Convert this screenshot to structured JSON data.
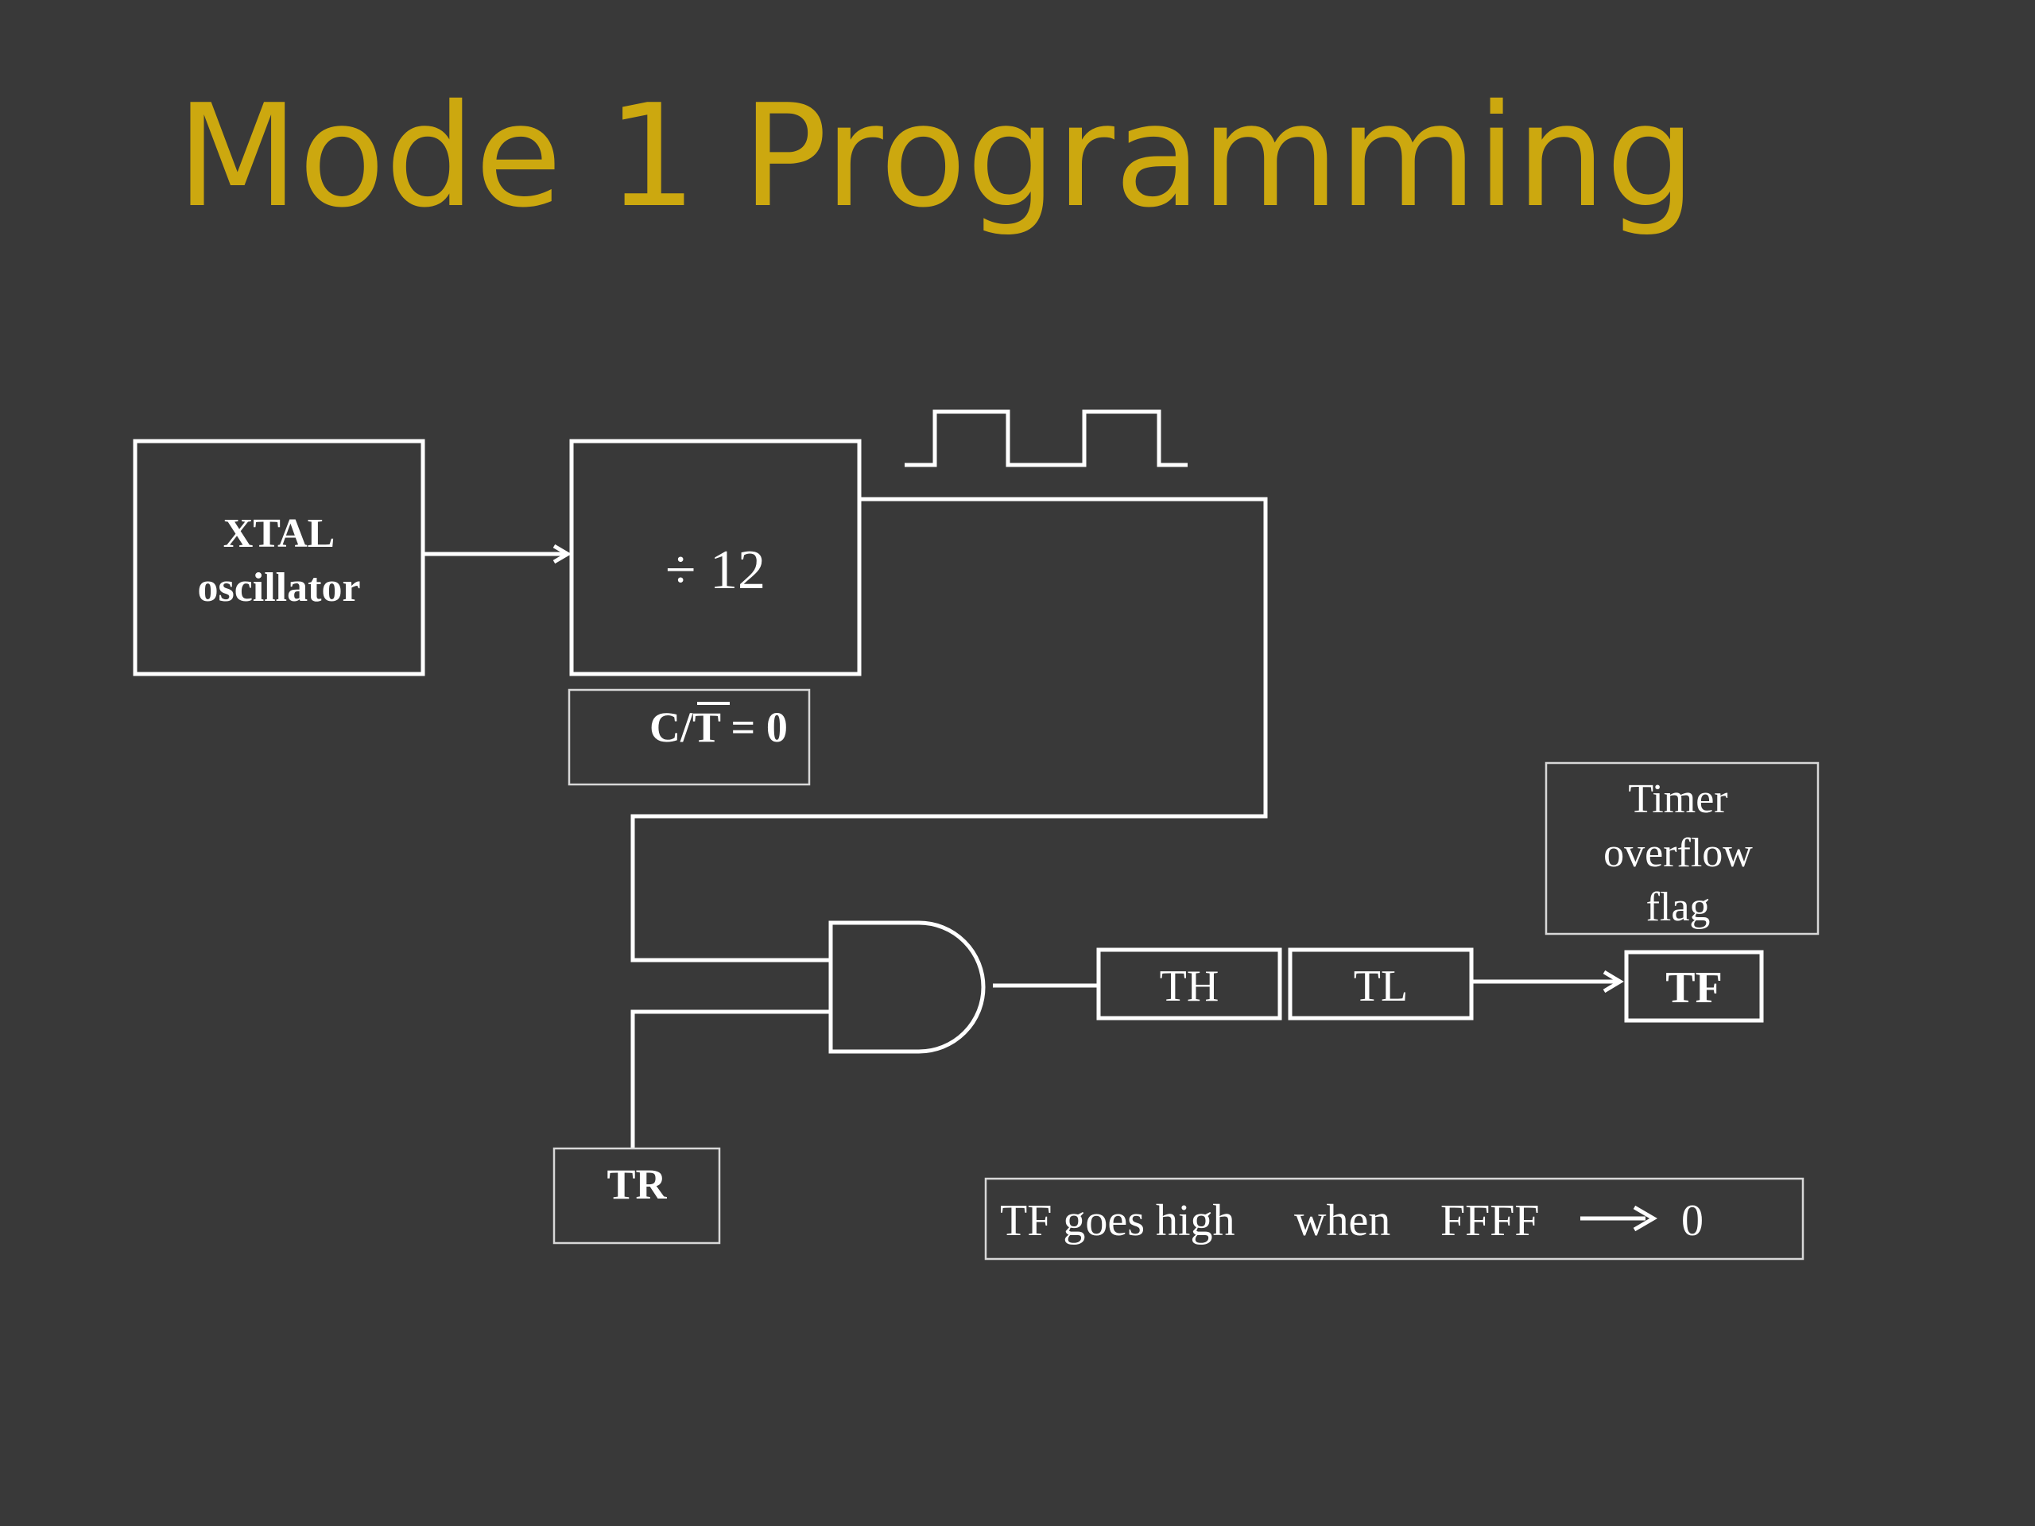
{
  "title": "Mode 1 Programming",
  "blocks": {
    "xtal": {
      "line1": "XTAL",
      "line2": "oscillator"
    },
    "divider": {
      "label": "÷ 12"
    },
    "ct": {
      "prefix": "C/",
      "bar_letter": "T",
      "suffix": " = 0"
    },
    "tr": {
      "label": "TR"
    },
    "th": {
      "label": "TH"
    },
    "tl": {
      "label": "TL"
    },
    "tf": {
      "label": "TF"
    },
    "flag_caption": {
      "line1": "Timer",
      "line2": "overflow",
      "line3": "flag"
    },
    "note": {
      "part1": "TF goes high",
      "part2": "when",
      "part3": "FFFF",
      "part4": "0"
    }
  },
  "colors": {
    "background": "#393939",
    "title": "#cca80f",
    "lines": "#ffffff"
  },
  "icons": {
    "and_gate": "and-gate-icon",
    "clock_pulse": "square-wave-icon",
    "arrow": "arrow-right-icon"
  }
}
